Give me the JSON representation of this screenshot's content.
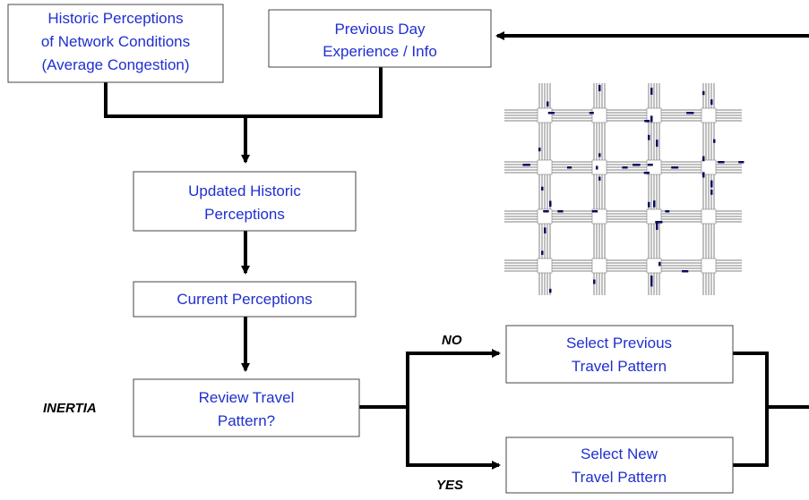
{
  "colors": {
    "box_text": "#1f2fd0",
    "connector": "#000000",
    "road": "#808080",
    "vehicle": "#0a0a5c"
  },
  "nodes": {
    "historic": {
      "lines": [
        "Historic Perceptions",
        "of Network Conditions",
        "(Average Congestion)"
      ]
    },
    "previous_day": {
      "lines": [
        "Previous Day",
        "Experience / Info"
      ]
    },
    "updated": {
      "lines": [
        "Updated Historic",
        "Perceptions"
      ]
    },
    "current": {
      "lines": [
        "Current Perceptions"
      ]
    },
    "review": {
      "lines": [
        "Review Travel",
        "Pattern?"
      ]
    },
    "select_previous": {
      "lines": [
        "Select Previous",
        "Travel Pattern"
      ]
    },
    "select_new": {
      "lines": [
        "Select New",
        "Travel Pattern"
      ]
    }
  },
  "labels": {
    "inertia": "INERTIA",
    "no": "NO",
    "yes": "YES"
  },
  "network_image": {
    "description_icon": "road-grid-network"
  }
}
